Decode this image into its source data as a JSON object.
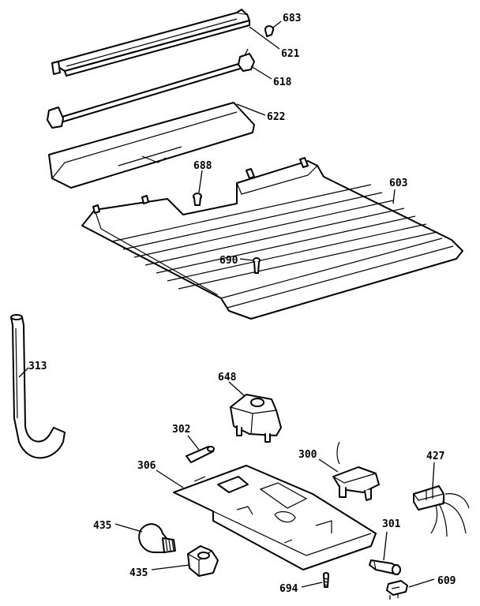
{
  "labels": {
    "l683": "683",
    "l621": "621",
    "l618": "618",
    "l622": "622",
    "l688": "688",
    "l603": "603",
    "l690": "690",
    "l313": "313",
    "l648": "648",
    "l302": "302",
    "l300": "300",
    "l427": "427",
    "l306": "306",
    "l435a": "435",
    "l301": "301",
    "l435b": "435",
    "l694": "694",
    "l609": "609"
  }
}
